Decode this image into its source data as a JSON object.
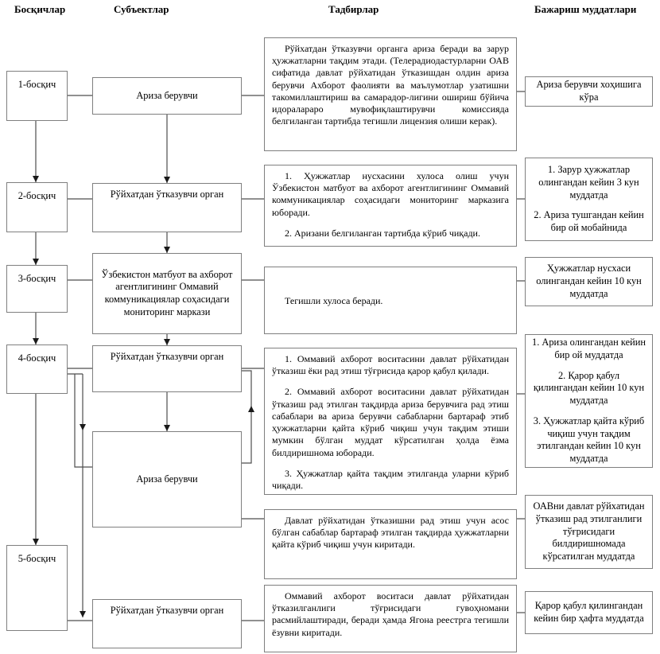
{
  "headers": {
    "stages": "Босқичлар",
    "subjects": "Субъектлар",
    "activities": "Тадбирлар",
    "deadlines": "Бажариш муддатлари"
  },
  "stages": {
    "s1": "1-босқич",
    "s2": "2-босқич",
    "s3": "3-босқич",
    "s4": "4-босқич",
    "s5": "5-босқич"
  },
  "subjects": {
    "b1": "Ариза берувчи",
    "b2": "Рўйхатдан ўтказувчи орган",
    "b3": "Ўзбекистон матбуот ва ахборот агентлигининг Оммавий коммуникациялар соҳасидаги мониторинг маркази",
    "b4a": "Рўйхатдан ўтказувчи орган",
    "b4b": "Ариза берувчи",
    "b5": "Рўйхатдан ўтказувчи орган"
  },
  "activities": {
    "a1": {
      "p1": "Рўйхатдан ўтказувчи органга ариза беради ва зарур ҳужжатларни тақдим этади. (Телерадиодастурларни ОАВ сифатида давлат рўйхатидан ўтказишдан олдин ариза берувчи Ахборот фаолияти ва маълумотлар узатишни такомиллаштириш ва самарадор-лигини ошириш бўйича идоралараро мувофиқлаштирувчи комиссияда белгиланган тартибда тегишли лицензия олиши керак)."
    },
    "a2": {
      "p1": "1. Ҳужжатлар нусхасини хулоса олиш учун Ўзбекистон матбуот ва ахборот агентлигининг Оммавий коммуникациялар соҳасидаги мониторинг марказига юборади.",
      "p2": "2. Аризани белгиланган тартибда кўриб чиқади."
    },
    "a3": {
      "p1": "Тегишли хулоса беради."
    },
    "a4": {
      "p1": "1. Оммавий ахборот воситасини давлат рўйхатидан ўтказиш ёки рад этиш тўғрисида қарор қабул қилади.",
      "p2": "2. Оммавий ахборот воситасини давлат рўйхатидан ўтказиш рад этилган тақдирда ариза берувчига рад этиш сабаблари ва ариза берувчи сабабларни бартараф этиб ҳужжатларни қайта кўриб чиқиш учун тақдим этиши мумкин бўлган муддат кўрсатилган ҳолда ёзма билдиришнома юборади.",
      "p3": "3. Ҳужжатлар қайта тақдим этилганда уларни кўриб чиқади."
    },
    "a5": {
      "p1": "Давлат рўйхатидан ўтказишни рад этиш учун асос бўлган сабаблар бартараф этилган тақдирда ҳужжатларни қайта кўриб чиқиш учун киритади."
    },
    "a6": {
      "p1": "Оммавий ахборот воситаси давлат рўйхатидан ўтказилганлиги тўғрисидаги гувоҳномани расмийлаштиради, беради ҳамда Ягона реестрга тегишли ёзувни киритади."
    }
  },
  "deadlines": {
    "d1": {
      "p1": "Ариза берувчи хоҳишига кўра"
    },
    "d2": {
      "p1": "1. Зарур ҳужжатлар олингандан кейин 3 кун муддатда",
      "p2": "2. Ариза тушгандан кейин бир ой мобайнида"
    },
    "d3": {
      "p1": "Ҳужжатлар нусхаси олингандан кейин 10 кун муддатда"
    },
    "d4": {
      "p1": "1. Ариза олингандан кейин бир ой муддатда",
      "p2": "2. Қарор қабул қилингандан кейин 10 кун муддатда",
      "p3": "3. Ҳужжатлар қайта кўриб чиқиш учун тақдим этилгандан кейин 10 кун муддатда"
    },
    "d5": {
      "p1": "ОАВни давлат рўйхатидан ўтказиш рад этилганлиги тўғрисидаги билдиришномада кўрсатилган муддатда"
    },
    "d6": {
      "p1": "Қарор қабул қилингандан кейин бир ҳафта муддатда"
    }
  },
  "colors": {
    "background": "#ffffff",
    "box_border": "#7f7f7f",
    "connector": "#4d4d4d",
    "text": "#000000"
  }
}
